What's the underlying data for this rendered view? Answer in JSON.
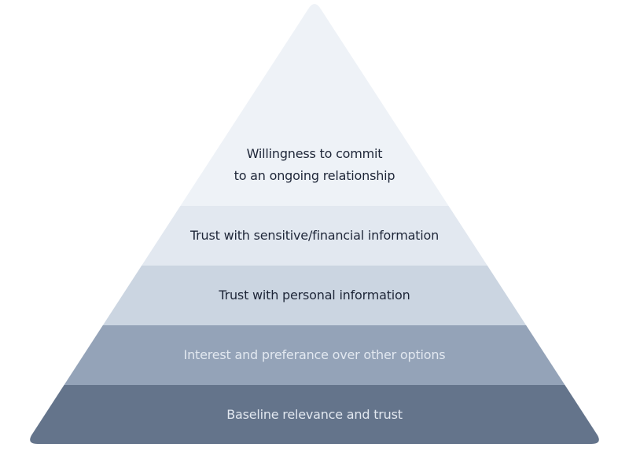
{
  "diagram": {
    "type": "pyramid",
    "levels": [
      {
        "label_lines": [
          "Willingness to commit",
          "to an ongoing relationship"
        ],
        "fill": "#eef2f7",
        "text_color": "#1e2638"
      },
      {
        "label_lines": [
          "Trust with sensitive/financial information"
        ],
        "fill": "#e2e8f0",
        "text_color": "#1e2638"
      },
      {
        "label_lines": [
          "Trust with personal information"
        ],
        "fill": "#cbd5e1",
        "text_color": "#1e2638"
      },
      {
        "label_lines": [
          "Interest and preferance over other options"
        ],
        "fill": "#94a3b8",
        "text_color": "#e2e8f0"
      },
      {
        "label_lines": [
          "Baseline relevance and trust"
        ],
        "fill": "#64748b",
        "text_color": "#e2e8f0"
      }
    ]
  }
}
